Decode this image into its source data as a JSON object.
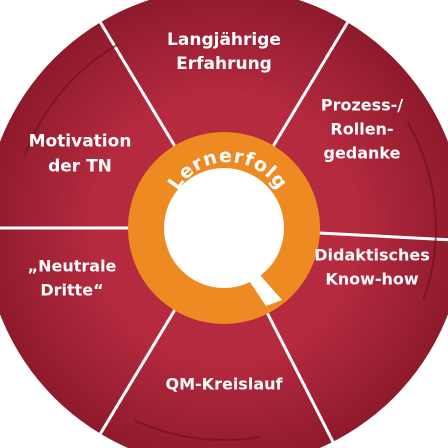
{
  "colors": {
    "segment": "#b52a3f",
    "segment_edge": "#6f1120",
    "separator": "#ffffff",
    "ring": "#ee8a22",
    "center": "#ffffff"
  },
  "segments": [
    {
      "lines": [
        "Langjährige",
        "Erfahrung"
      ]
    },
    {
      "lines": [
        "Prozess-/",
        "Rollen-",
        "gedanke"
      ]
    },
    {
      "lines": [
        "Didaktisches",
        "Know-how"
      ]
    },
    {
      "lines": [
        "QM-Kreislauf"
      ]
    },
    {
      "lines": [
        "„Neutrale",
        "Dritte“"
      ]
    },
    {
      "lines": [
        "Motivation",
        "der TN"
      ]
    }
  ],
  "center": {
    "arc_text": "Lernerfolg",
    "icon": "q-shaped-cycle-icon"
  }
}
